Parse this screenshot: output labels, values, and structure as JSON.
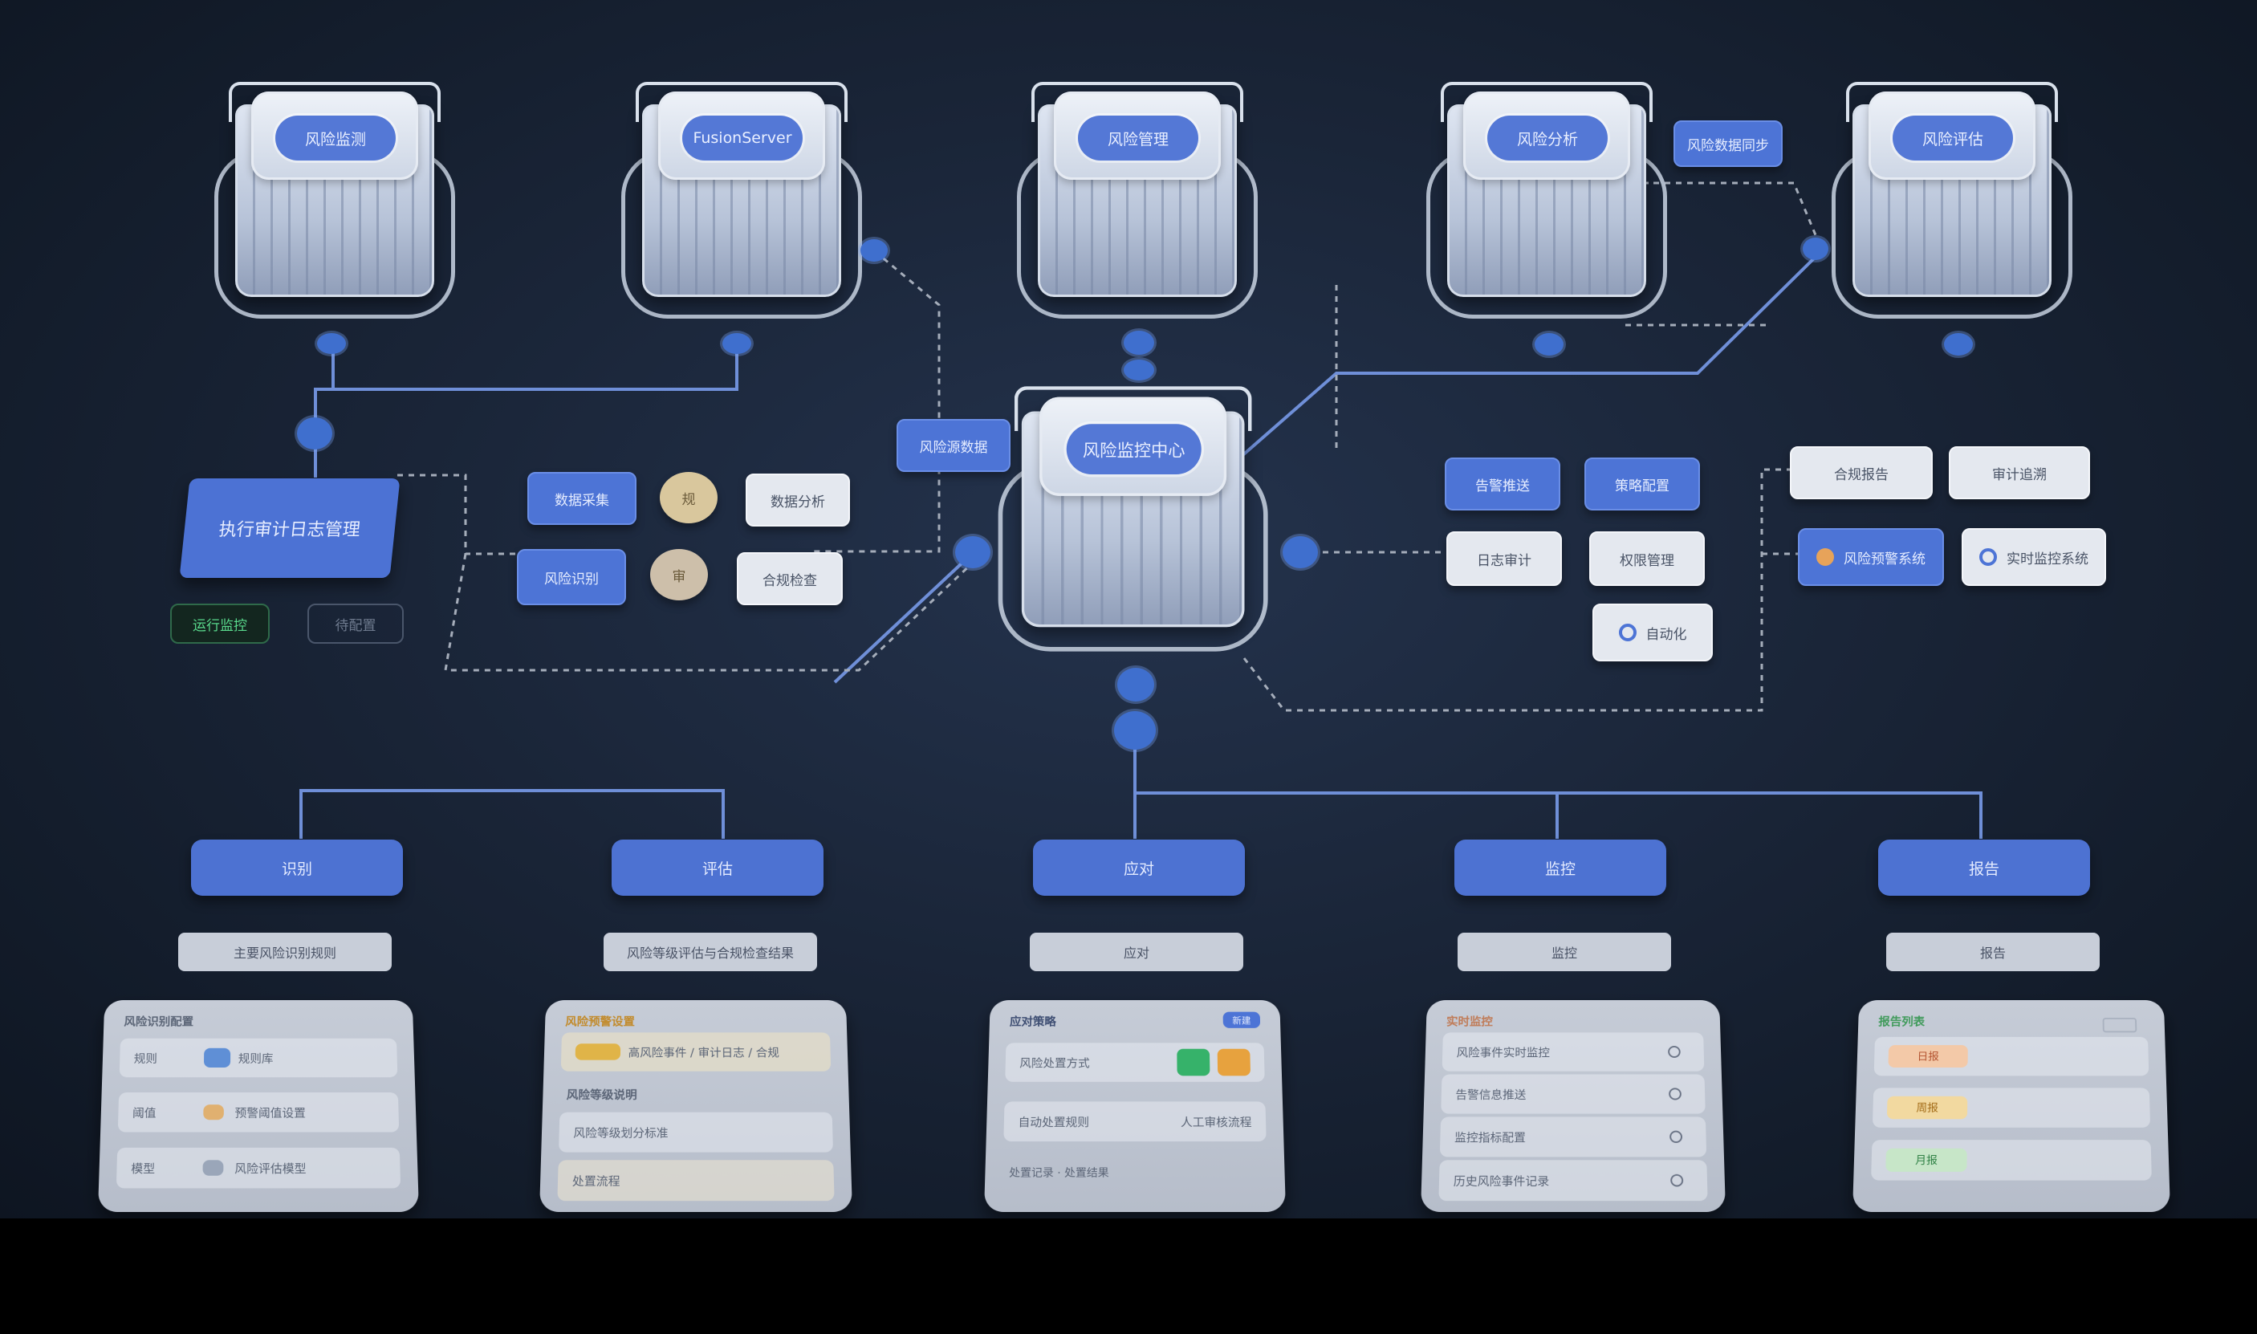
{
  "servers": [
    {
      "label": "风险监测"
    },
    {
      "label": "FusionServer"
    },
    {
      "label": "风险管理"
    },
    {
      "label": "风险分析"
    },
    {
      "label": "风险评估"
    },
    {
      "label": "风险监控中心"
    }
  ],
  "left": {
    "main_block": "执行审计日志管理",
    "status_active": "运行监控",
    "status_inactive": "待配置",
    "blue_chips": [
      "数据采集",
      "风险识别"
    ],
    "badges": [
      "规",
      "审"
    ],
    "white_chips": [
      "数据分析",
      "合规检查"
    ],
    "connector_label": "风险源数据"
  },
  "right": {
    "top_tag": "风险数据同步",
    "blue_chips": [
      "告警推送",
      "策略配置"
    ],
    "white_chips": [
      "日志审计",
      "权限管理"
    ],
    "outline_chips": [
      "合规报告",
      "审计追溯"
    ],
    "icon_chips": [
      {
        "label": "风险预警系统",
        "color": "#e7a35a"
      },
      {
        "label": "实时监控系统",
        "color": "#4d74d6"
      },
      {
        "label": "自动化",
        "color": "#4d74d6"
      }
    ]
  },
  "columns": [
    {
      "tab": "识别",
      "subtab": "主要风险识别规则",
      "panel": {
        "title": "风险识别配置",
        "rows": [
          {
            "label": "规则",
            "detail": "规则库"
          },
          {
            "label": "阈值",
            "detail": "预警阈值设置"
          },
          {
            "label": "模型",
            "detail": "风险评估模型"
          }
        ]
      }
    },
    {
      "tab": "评估",
      "subtab": "风险等级评估与合规检查结果",
      "panel": {
        "title": "风险预警设置",
        "highlight": "高风险事件 / 审计日志 / 合规",
        "section": "风险等级说明",
        "rows": [
          "风险等级划分标准",
          "处置流程"
        ]
      }
    },
    {
      "tab": "应对",
      "subtab": "应对",
      "panel": {
        "title": "应对策略",
        "badge": "新建",
        "row1": "风险处置方式",
        "row2a": "自动处置规则",
        "row2b": "人工审核流程",
        "footer": "处置记录 · 处置结果"
      }
    },
    {
      "tab": "监控",
      "subtab": "监控",
      "panel": {
        "title": "实时监控",
        "rows": [
          "风险事件实时监控",
          "告警信息推送",
          "监控指标配置",
          "历史风险事件记录"
        ]
      }
    },
    {
      "tab": "报告",
      "subtab": "报告",
      "panel": {
        "title": "报告列表",
        "rows": [
          {
            "label": "日报",
            "color": "#e79a63"
          },
          {
            "label": "周报",
            "color": "#e3b764"
          },
          {
            "label": "月报",
            "color": "#5bb96b"
          }
        ]
      }
    }
  ],
  "colors": {
    "accent": "#4d74d6",
    "wire": "#6f8fd8",
    "dashed": "#a5adba",
    "background": "#1a2538"
  }
}
